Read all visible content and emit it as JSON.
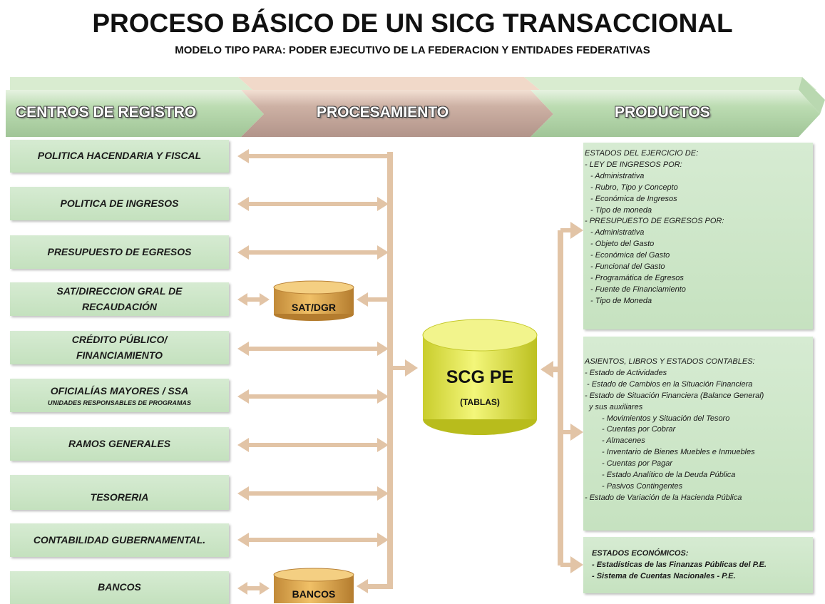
{
  "title": "PROCESO BÁSICO  DE UN SICG TRANSACCIONAL",
  "subtitle": "MODELO TIPO PARA: PODER EJECUTIVO DE LA FEDERACION Y ENTIDADES FEDERATIVAS",
  "headers": {
    "left": "CENTROS DE REGISTRO",
    "middle": "PROCESAMIENTO",
    "right": "PRODUCTOS"
  },
  "centros": [
    {
      "line1": "POLITICA HACENDARIA Y FISCAL",
      "line2": ""
    },
    {
      "line1": "POLITICA DE  INGRESOS",
      "line2": ""
    },
    {
      "line1": "PRESUPUESTO  DE EGRESOS",
      "line2": ""
    },
    {
      "line1": "SAT/DIRECCION GRAL DE",
      "line2": "RECAUDACIÓN"
    },
    {
      "line1": "CRÉDITO PÚBLICO/",
      "line2": "FINANCIAMIENTO"
    },
    {
      "line1": "OFICIALÍAS MAYORES / SSA",
      "line2": "UNIDADES RESPONSABLES DE PROGRAMAS"
    },
    {
      "line1": "RAMOS  GENERALES",
      "line2": ""
    },
    {
      "line1": "TESORERIA",
      "line2": ""
    },
    {
      "line1": "CONTABILIDAD GUBERNAMENTAL.",
      "line2": ""
    },
    {
      "line1": "BANCOS",
      "line2": ""
    }
  ],
  "cylinders": {
    "sat": "SAT/DGR",
    "bancos": "BANCOS",
    "main_title": "SCG  PE",
    "main_sub": "(TABLAS)"
  },
  "productos": {
    "estados_ejercicio": [
      "ESTADOS DEL EJERCICIO DE:",
      "- LEY DE INGRESOS POR:",
      "   - Administrativa",
      "   - Rubro, Tipo y Concepto",
      "   - Económica de Ingresos",
      "   - Tipo de moneda",
      "- PRESUPUESTO DE EGRESOS POR:",
      "   - Administrativa",
      "   - Objeto del Gasto",
      "   - Económica del Gasto",
      "   - Funcional del Gasto",
      "   - Programática de Egresos",
      "   - Fuente de Financiamiento",
      "   - Tipo de Moneda"
    ],
    "asientos": [
      "ASIENTOS, LIBROS Y ESTADOS CONTABLES:",
      "- Estado de Actividades",
      " - Estado de Cambios en la Situación Financiera",
      "- Estado de Situación Financiera (Balance General)",
      "   y sus auxiliares",
      "      - Movimientos y Situación del Tesoro",
      "      - Cuentas por Cobrar",
      "      - Almacenes",
      "      - Inventario de Bienes Muebles e Inmuebles",
      "      - Cuentas por Pagar",
      "      - Estado Analítico de la Deuda Pública",
      "      - Pasivos Contingentes",
      " - Estado de Variación de la Hacienda Pública"
    ],
    "economicos": [
      "ESTADOS ECONÓMICOS:",
      "- Estadísticas de las Finanzas Públicas del P.E.",
      "- Sistema de Cuentas Nacionales -  P.E."
    ]
  },
  "colors": {
    "arrow": "#e2c4a6",
    "box_green": "#cfe8ca",
    "cylinder_main": "#e8ec5a",
    "cylinder_small": "#d8a650",
    "band_left": "#a9cd9f",
    "band_mid": "#c9a99c"
  }
}
